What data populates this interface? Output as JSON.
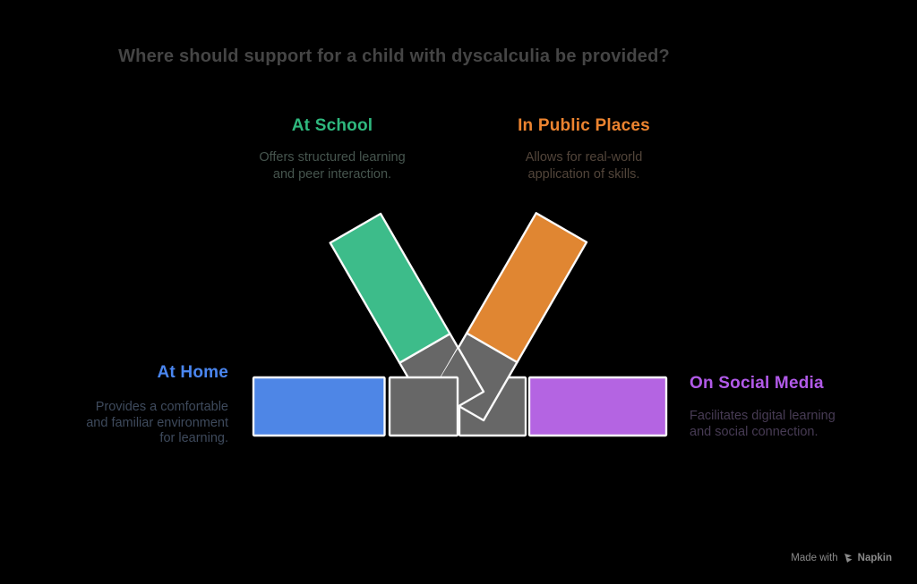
{
  "title": "Where should support for a child with dyscalculia be provided?",
  "items": [
    {
      "id": "school",
      "label": "At School",
      "description": "Offers structured learning\nand peer interaction.",
      "accent": "#2fb87e",
      "bar_color": "#3dbc8a",
      "position": "top-left-diagonal"
    },
    {
      "id": "public",
      "label": "In Public Places",
      "description": "Allows for real-world\napplication of skills.",
      "accent": "#ec8430",
      "bar_color": "#e08632",
      "position": "top-right-diagonal"
    },
    {
      "id": "home",
      "label": "At Home",
      "description": "Provides a comfortable\nand familiar environment\nfor learning.",
      "accent": "#4a86f0",
      "bar_color": "#4e86e6",
      "position": "bottom-left-horizontal"
    },
    {
      "id": "social",
      "label": "On Social Media",
      "description": "Facilitates digital learning\nand social connection.",
      "accent": "#b15ae8",
      "bar_color": "#b464e2",
      "position": "bottom-right-horizontal"
    }
  ],
  "colors": {
    "background": "#000000",
    "green": "#3dbc8a",
    "orange": "#e08632",
    "blue": "#4e86e6",
    "purple": "#b464e2",
    "gray_tip": "#676767",
    "outline": "#fafafa",
    "title_text": "#454545",
    "watermark_text": "#8a8a8a"
  },
  "watermark": {
    "prefix": "Made with",
    "brand": "Napkin"
  }
}
